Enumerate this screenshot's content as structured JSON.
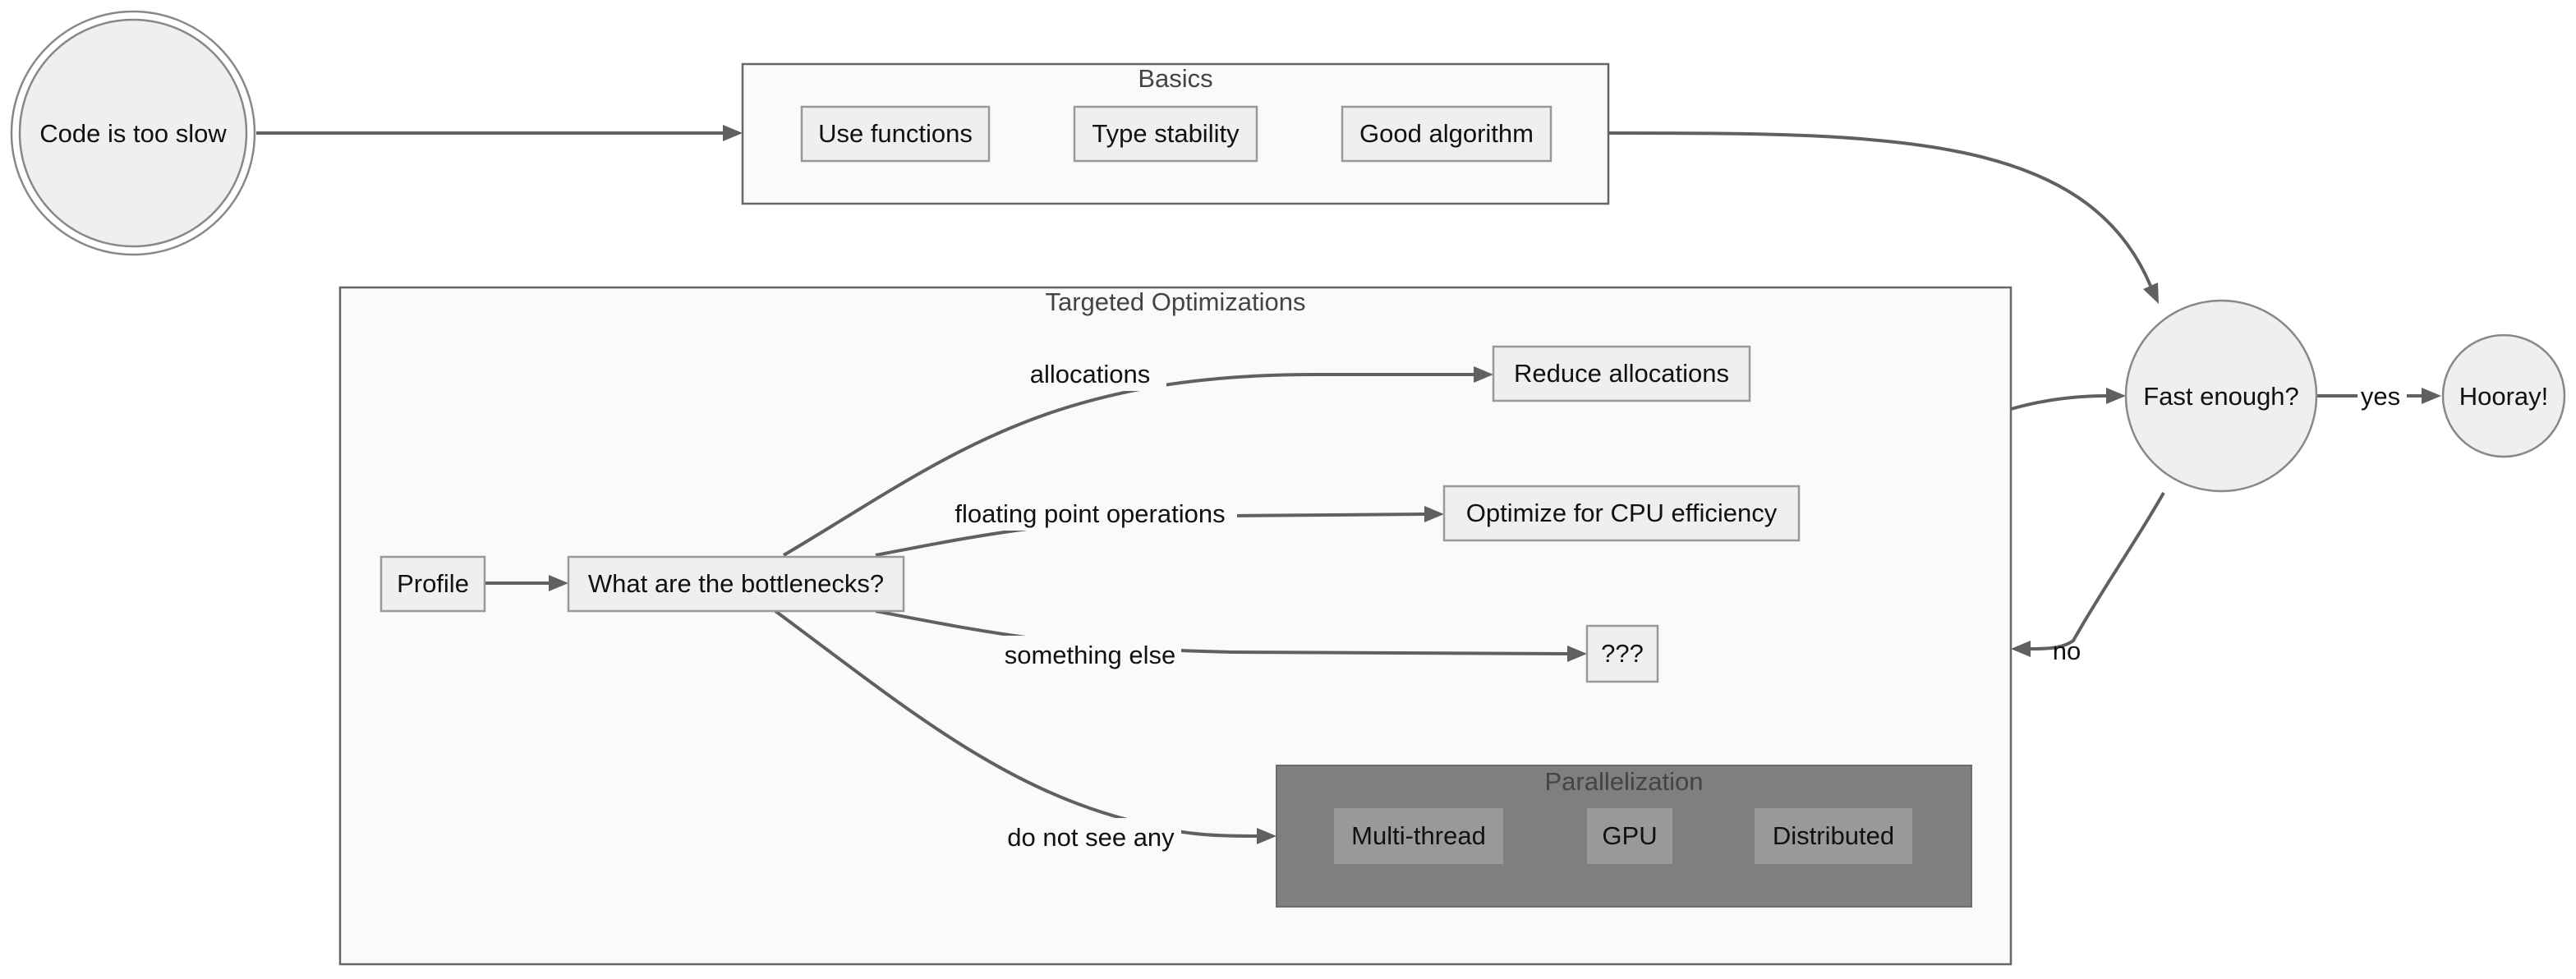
{
  "start": {
    "label": "Code is too slow"
  },
  "basics": {
    "title": "Basics",
    "items": [
      "Use functions",
      "Type stability",
      "Good algorithm"
    ]
  },
  "targeted": {
    "title": "Targeted Optimizations",
    "profile": "Profile",
    "bottlenecks": "What are the bottlenecks?",
    "reduce": "Reduce allocations",
    "cpu": "Optimize for CPU efficiency",
    "unknown": "???",
    "edges": {
      "allocations": "allocations",
      "flops": "floating point operations",
      "else": "something else",
      "none": "do not see any"
    }
  },
  "parallel": {
    "title": "Parallelization",
    "items": [
      "Multi-thread",
      "GPU",
      "Distributed"
    ]
  },
  "decision": {
    "label": "Fast enough?",
    "yes": "yes",
    "no": "no"
  },
  "end": {
    "label": "Hooray!"
  },
  "colors": {
    "node_fill": "#efefef",
    "cluster_fill": "#fafafa",
    "parallel_fill": "#7f7f7f",
    "sub_node_fill": "#999999",
    "edge": "#606060"
  }
}
